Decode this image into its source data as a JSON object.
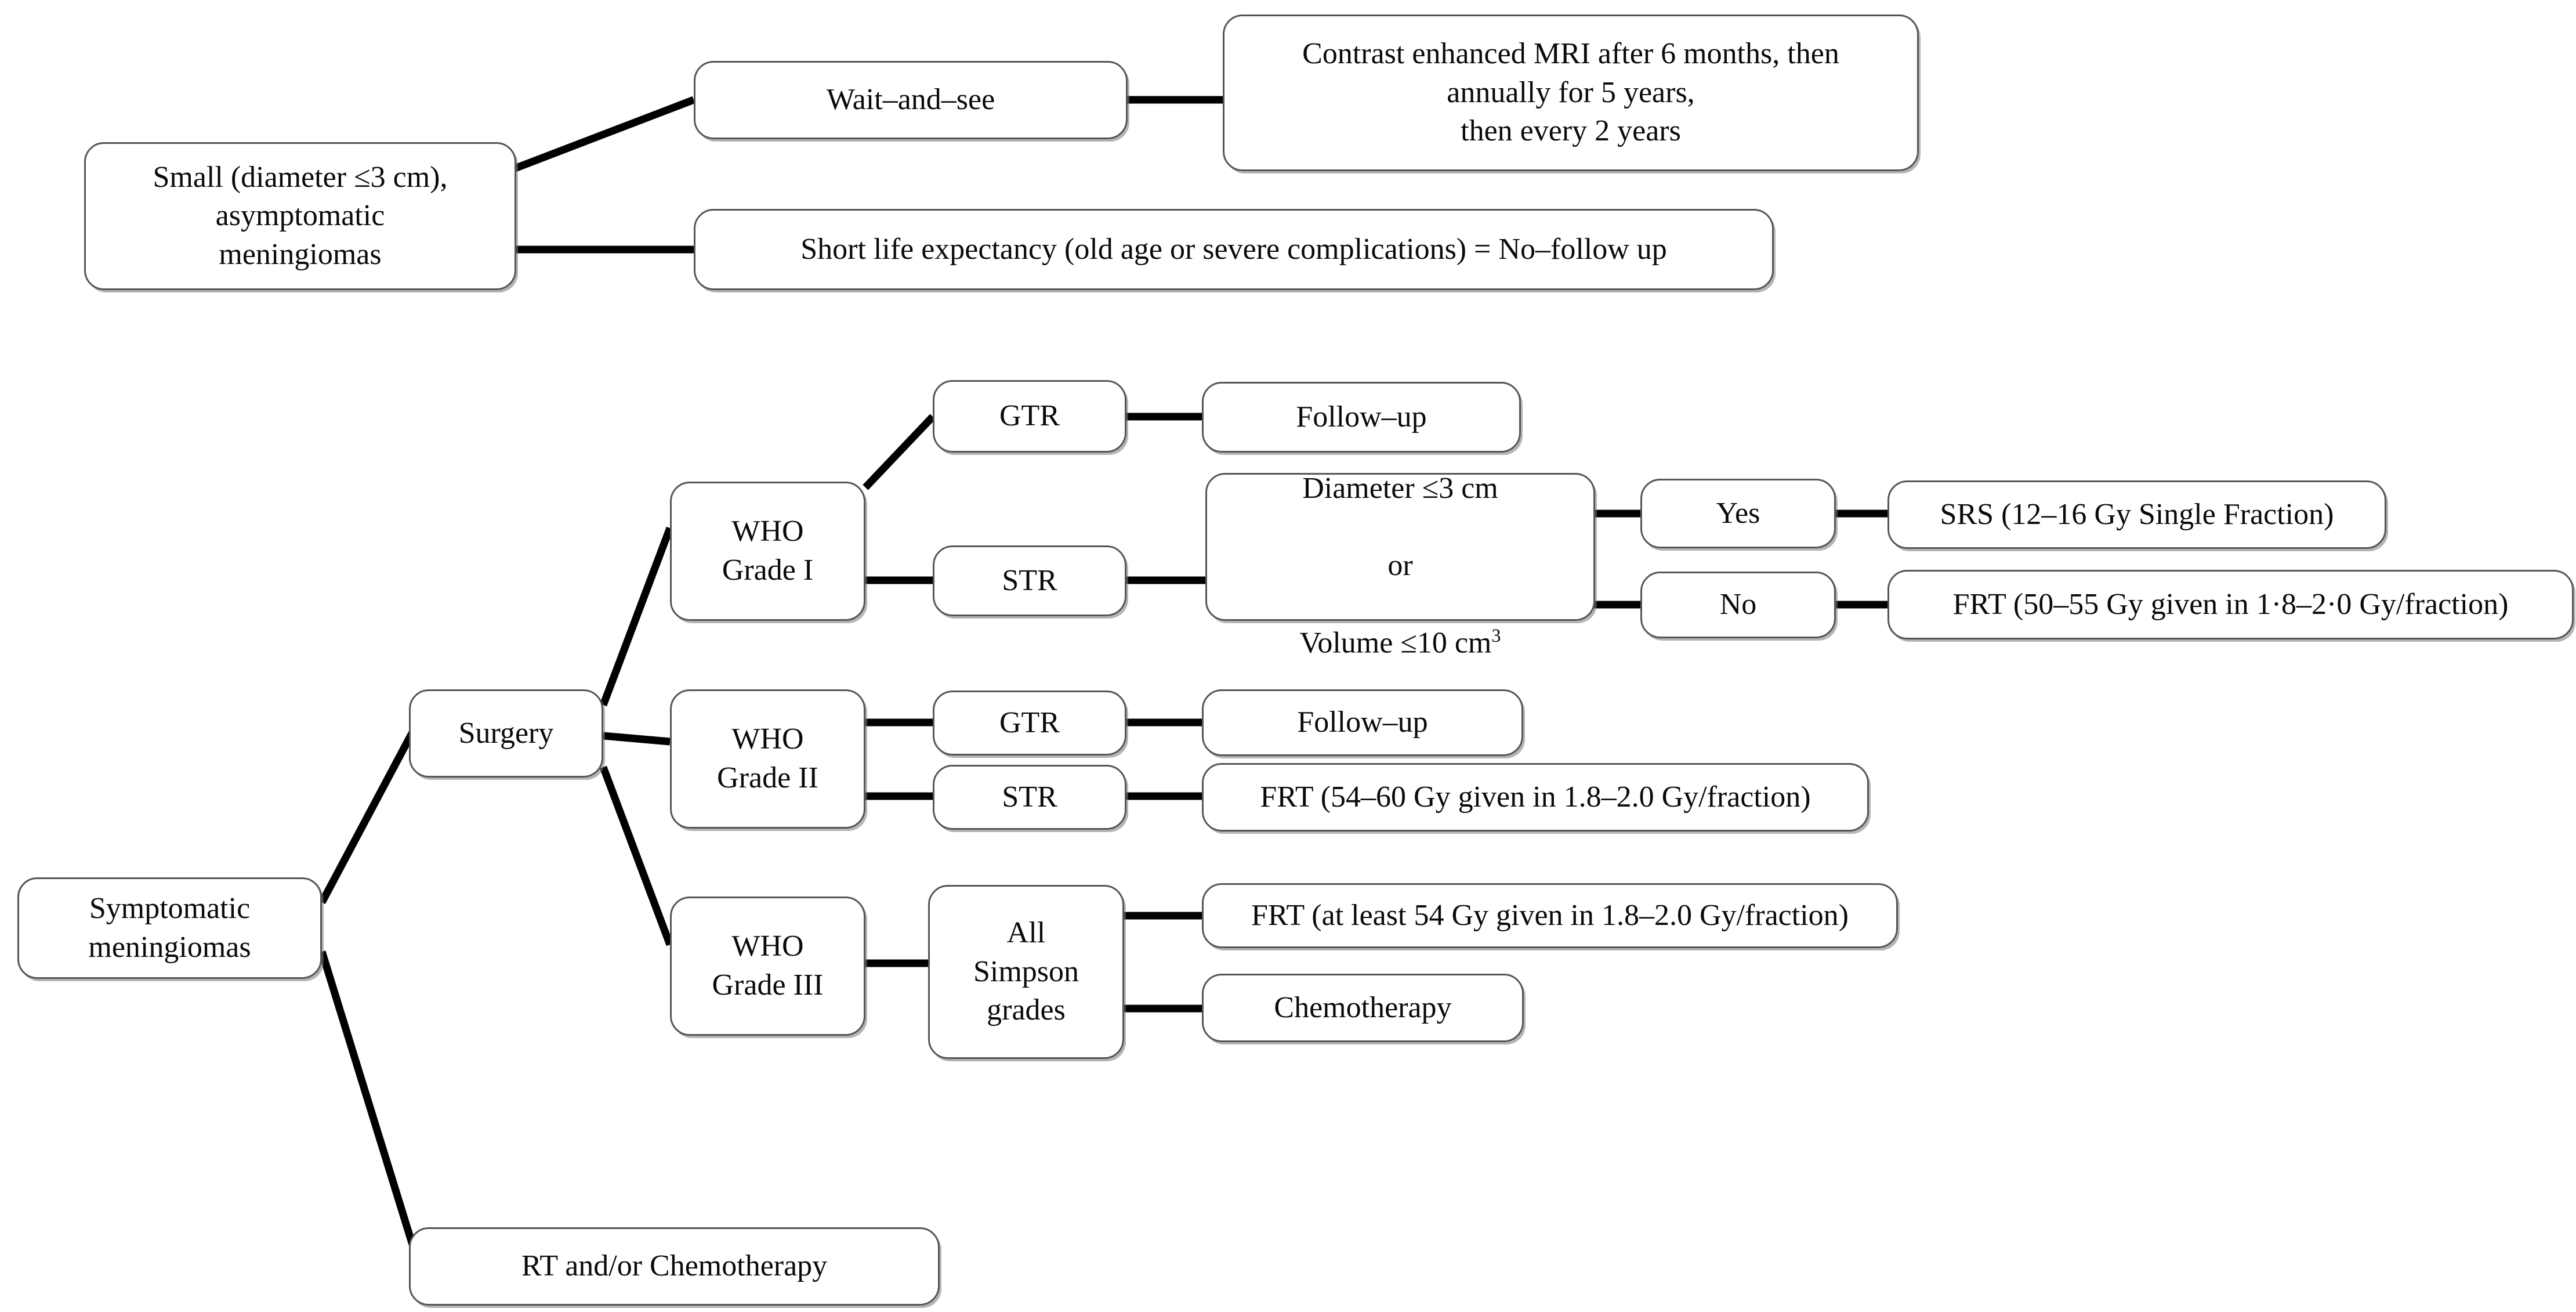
{
  "diagram": {
    "title": "Meningioma management decision flowchart",
    "type": "flowchart",
    "background_color": "#ffffff",
    "box_border_color": "#565656",
    "connector_color": "#000000",
    "nodes": {
      "small_asymptomatic": "Small (diameter ≤3 cm),\nasymptomatic\nmeningiomas",
      "wait_and_see": "Wait–and–see",
      "mri_followup": "Contrast enhanced MRI after 6 months, then\nannually for 5 years,\nthen every 2 years",
      "short_life_expectancy": "Short life expectancy (old age or severe complications) = No–follow up",
      "symptomatic": "Symptomatic\nmeningiomas",
      "surgery": "Surgery",
      "who_grade_1": "WHO\nGrade I",
      "who_grade_1_gtr": "GTR",
      "who_grade_1_gtr_followup": "Follow–up",
      "who_grade_1_str": "STR",
      "size_criteria_line1": "Diameter ≤3 cm",
      "size_criteria_line2": "or",
      "size_criteria_line3_pre": "Volume ≤10 cm",
      "size_criteria_line3_sup": "3",
      "yes": "Yes",
      "no": "No",
      "srs": "SRS (12–16 Gy Single Fraction)",
      "frt_grade1": "FRT (50–55 Gy given in 1·8–2·0 Gy/fraction)",
      "who_grade_2": "WHO\nGrade II",
      "who_grade_2_gtr": "GTR",
      "who_grade_2_gtr_followup": "Follow–up",
      "who_grade_2_str": "STR",
      "frt_grade2": "FRT (54–60 Gy given in 1.8–2.0 Gy/fraction)",
      "who_grade_3": "WHO\nGrade III",
      "all_simpson_grades": "All\nSimpson\ngrades",
      "frt_grade3": "FRT (at least 54 Gy given in 1.8–2.0 Gy/fraction)",
      "chemotherapy": "Chemotherapy",
      "rt_and_or_chemotherapy": "RT and/or Chemotherapy"
    }
  }
}
